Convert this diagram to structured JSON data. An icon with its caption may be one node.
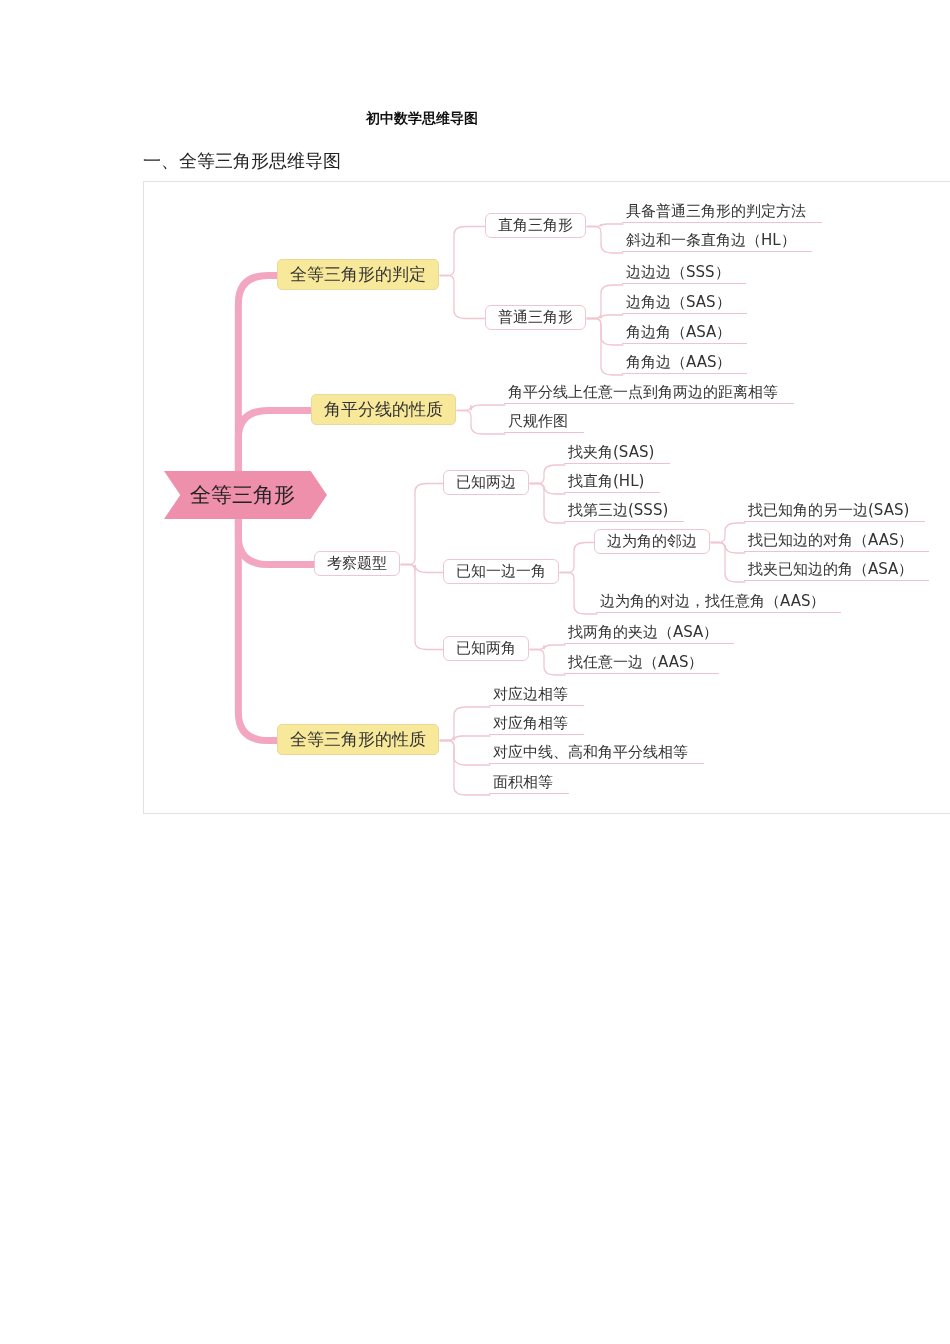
{
  "diagram": {
    "title": "初中数学思维导图",
    "labels": [
      "一、全等三角形思维导图"
    ],
    "nodes": [
      {
        "text": [
          "全等三角形"
        ]
      },
      {
        "text": [
          "全等三角形的判定"
        ]
      },
      {
        "text": [
          "直角三角形"
        ]
      },
      {
        "text": [
          "具备普通三角形的判定方法"
        ]
      },
      {
        "text": [
          "斜边和一条直角边（HL）"
        ]
      },
      {
        "text": [
          "普通三角形"
        ]
      },
      {
        "text": [
          "边边边（SSS）"
        ]
      },
      {
        "text": [
          "边角边（SAS）"
        ]
      },
      {
        "text": [
          "角边角（ASA）"
        ]
      },
      {
        "text": [
          "角角边（AAS）"
        ]
      },
      {
        "text": [
          "角平分线的性质"
        ]
      },
      {
        "text": [
          "角平分线上任意一点到角两边的距离相等"
        ]
      },
      {
        "text": [
          "尺规作图"
        ]
      },
      {
        "text": [
          "考察题型"
        ]
      },
      {
        "text": [
          "已知两边"
        ]
      },
      {
        "text": [
          "找夹角(SAS)"
        ]
      },
      {
        "text": [
          "找直角(HL)"
        ]
      },
      {
        "text": [
          "找第三边(SSS)"
        ]
      },
      {
        "text": [
          "已知一边一角"
        ]
      },
      {
        "text": [
          "边为角的邻边"
        ]
      },
      {
        "text": [
          "找已知角的另一边(SAS)"
        ]
      },
      {
        "text": [
          "找已知边的对角（AAS）"
        ]
      },
      {
        "text": [
          "找夹已知边的角（ASA）"
        ]
      },
      {
        "text": [
          "边为角的对边，找任意角（AAS）"
        ]
      },
      {
        "text": [
          "已知两角"
        ]
      },
      {
        "text": [
          "找两角的夹边（ASA）"
        ]
      },
      {
        "text": [
          "找任意一边（AAS）"
        ]
      },
      {
        "text": [
          "全等三角形的性质"
        ]
      },
      {
        "text": [
          "对应边相等"
        ]
      },
      {
        "text": [
          "对应角相等"
        ]
      },
      {
        "text": [
          "对应中线、高和角平分线相等"
        ]
      },
      {
        "text": [
          "面积相等"
        ]
      }
    ],
    "edges": [
      {
        "from": 0,
        "to": 1,
        "arrow": "none",
        "style": "thick"
      },
      {
        "from": 0,
        "to": 10,
        "arrow": "none",
        "style": "thick"
      },
      {
        "from": 0,
        "to": 13,
        "arrow": "none",
        "style": "thick"
      },
      {
        "from": 0,
        "to": 27,
        "arrow": "none",
        "style": "thick"
      },
      {
        "from": 1,
        "to": 2,
        "arrow": "none"
      },
      {
        "from": 1,
        "to": 5,
        "arrow": "none"
      },
      {
        "from": 2,
        "to": 3,
        "arrow": "none"
      },
      {
        "from": 2,
        "to": 4,
        "arrow": "none"
      },
      {
        "from": 5,
        "to": 6,
        "arrow": "none"
      },
      {
        "from": 5,
        "to": 7,
        "arrow": "none"
      },
      {
        "from": 5,
        "to": 8,
        "arrow": "none"
      },
      {
        "from": 5,
        "to": 9,
        "arrow": "none"
      },
      {
        "from": 10,
        "to": 11,
        "arrow": "none"
      },
      {
        "from": 10,
        "to": 12,
        "arrow": "none"
      },
      {
        "from": 13,
        "to": 14,
        "arrow": "none"
      },
      {
        "from": 13,
        "to": 18,
        "arrow": "none"
      },
      {
        "from": 13,
        "to": 24,
        "arrow": "none"
      },
      {
        "from": 14,
        "to": 15,
        "arrow": "none"
      },
      {
        "from": 14,
        "to": 16,
        "arrow": "none"
      },
      {
        "from": 14,
        "to": 17,
        "arrow": "none"
      },
      {
        "from": 18,
        "to": 19,
        "arrow": "none"
      },
      {
        "from": 18,
        "to": 23,
        "arrow": "none"
      },
      {
        "from": 19,
        "to": 20,
        "arrow": "none"
      },
      {
        "from": 19,
        "to": 21,
        "arrow": "none"
      },
      {
        "from": 19,
        "to": 22,
        "arrow": "none"
      },
      {
        "from": 24,
        "to": 25,
        "arrow": "none"
      },
      {
        "from": 24,
        "to": 26,
        "arrow": "none"
      },
      {
        "from": 27,
        "to": 28,
        "arrow": "none"
      },
      {
        "from": 27,
        "to": 29,
        "arrow": "none"
      },
      {
        "from": 27,
        "to": 30,
        "arrow": "none"
      },
      {
        "from": 27,
        "to": 31,
        "arrow": "none"
      }
    ]
  }
}
